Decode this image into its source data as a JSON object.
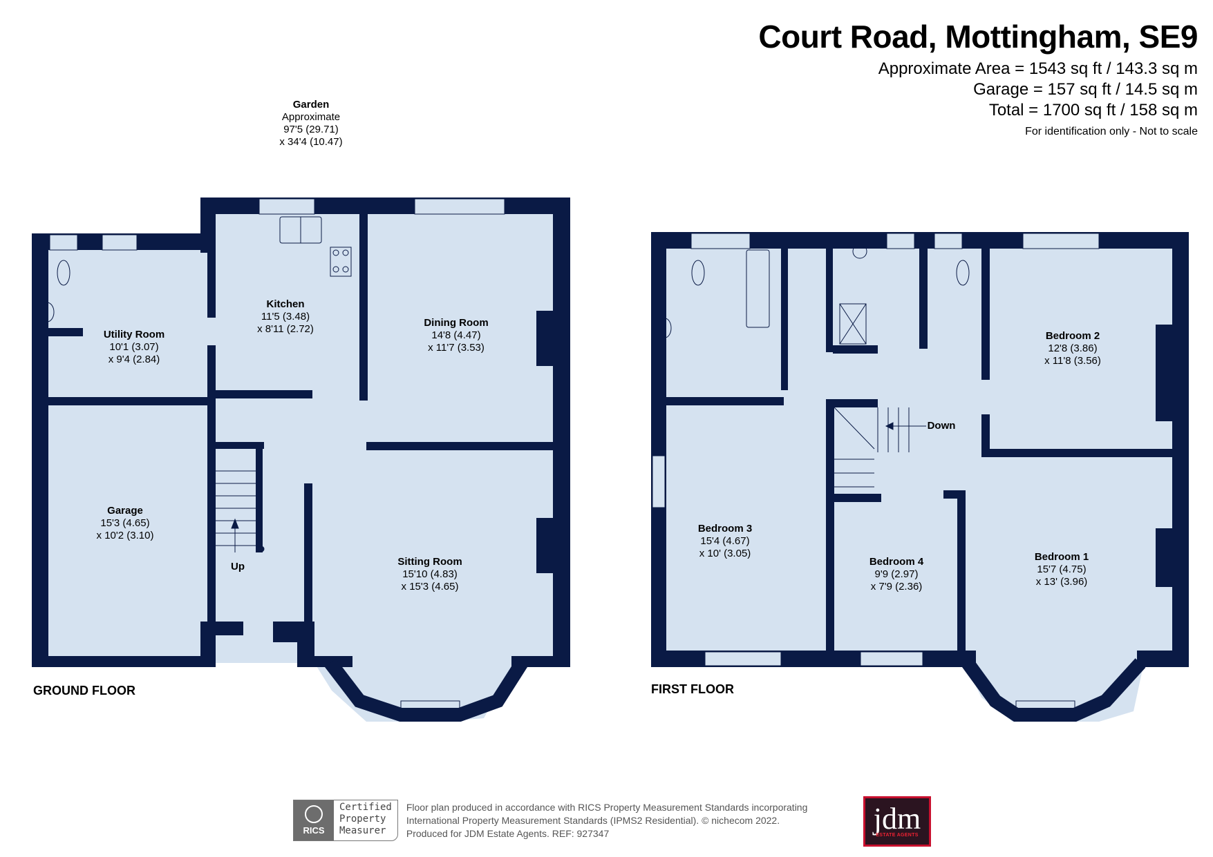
{
  "header": {
    "title": "Court Road, Mottingham, SE9",
    "areas": [
      "Approximate Area = 1543 sq ft / 143.3 sq m",
      "Garage = 157 sq ft / 14.5 sq m",
      "Total = 1700 sq ft / 158 sq m"
    ],
    "disclaimer": "For identification only - Not to scale"
  },
  "garden": {
    "name": "Garden",
    "line1": "Approximate",
    "line2": "97'5 (29.71)",
    "line3": "x 34'4 (10.47)"
  },
  "ground_floor": {
    "label": "GROUND FLOOR",
    "stairs_label": "Up",
    "rooms": [
      {
        "name": "Utility Room",
        "dim1": "10'1 (3.07)",
        "dim2": "x 9'4 (2.84)"
      },
      {
        "name": "Kitchen",
        "dim1": "11'5 (3.48)",
        "dim2": "x 8'11 (2.72)"
      },
      {
        "name": "Dining Room",
        "dim1": "14'8 (4.47)",
        "dim2": "x 11'7 (3.53)"
      },
      {
        "name": "Garage",
        "dim1": "15'3 (4.65)",
        "dim2": "x 10'2 (3.10)"
      },
      {
        "name": "Sitting Room",
        "dim1": "15'10 (4.83)",
        "dim2": "x 15'3 (4.65)"
      }
    ]
  },
  "first_floor": {
    "label": "FIRST FLOOR",
    "stairs_label": "Down",
    "rooms": [
      {
        "name": "Bedroom 2",
        "dim1": "12'8 (3.86)",
        "dim2": "x 11'8 (3.56)"
      },
      {
        "name": "Bedroom 3",
        "dim1": "15'4 (4.67)",
        "dim2": "x 10' (3.05)"
      },
      {
        "name": "Bedroom 4",
        "dim1": "9'9 (2.97)",
        "dim2": "x 7'9 (2.36)"
      },
      {
        "name": "Bedroom 1",
        "dim1": "15'7 (4.75)",
        "dim2": "x 13' (3.96)"
      }
    ]
  },
  "footer": {
    "rics_mark": "RICS",
    "badge_lines": [
      "Certified",
      "Property",
      "Measurer"
    ],
    "text_lines": [
      "Floor plan produced in accordance with RICS Property Measurement Standards incorporating",
      "International Property Measurement Standards (IPMS2 Residential).   © nichecom 2022.",
      "Produced for JDM Estate Agents.   REF: 927347"
    ],
    "logo_text": "jdm",
    "logo_sub": "ESTATE AGENTS"
  },
  "colors": {
    "wall": "#0a1a45",
    "floor": "#d5e2f0",
    "logo_bg": "#2b1420",
    "logo_border": "#c8102e"
  }
}
